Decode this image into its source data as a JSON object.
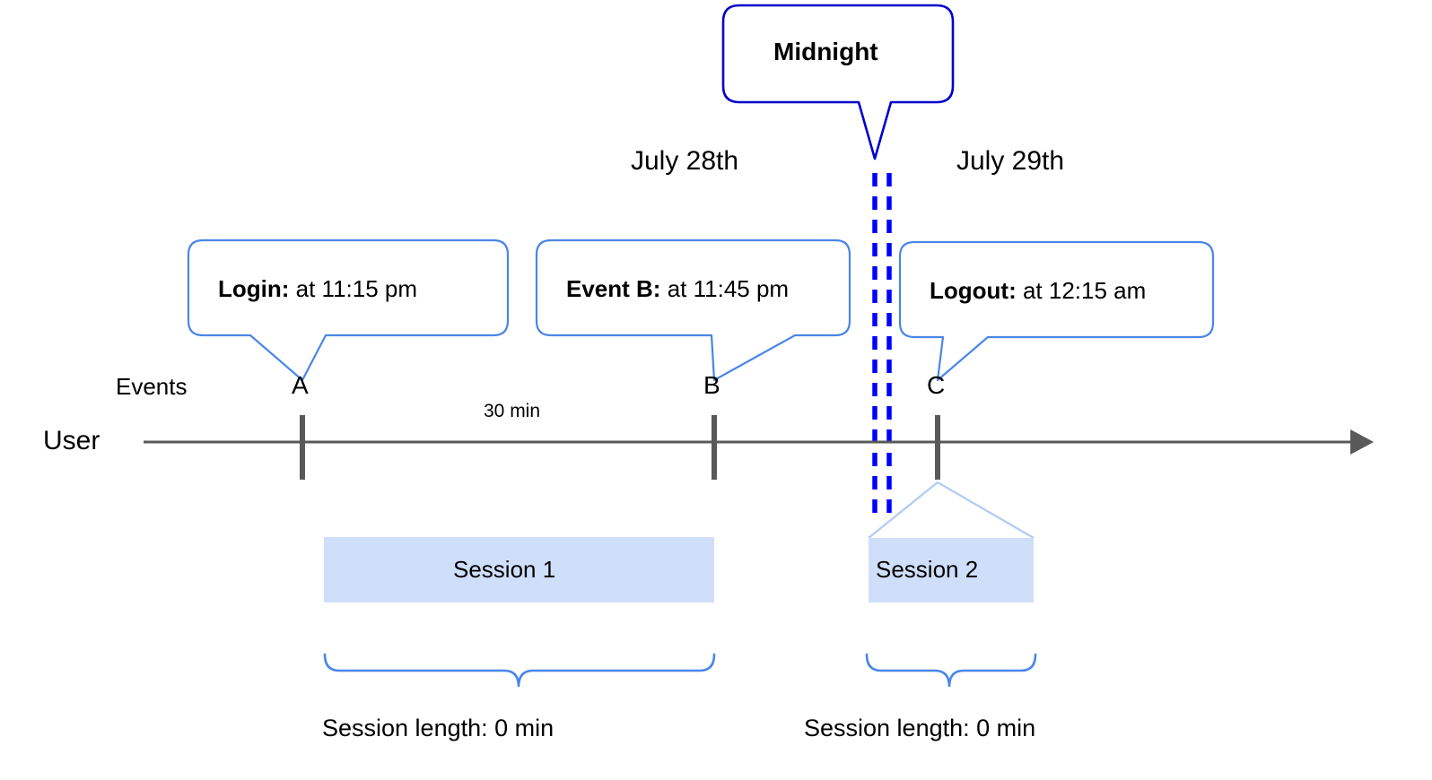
{
  "diagram": {
    "title_callout": {
      "label": "Midnight"
    },
    "dates": [
      {
        "label": "July 28th"
      },
      {
        "label": "July 29th"
      }
    ],
    "row_labels": {
      "events": "Events",
      "user": "User"
    },
    "event_callouts": [
      {
        "name": "login",
        "bold": "Login:",
        "rest": " at 11:15 pm"
      },
      {
        "name": "eventb",
        "bold": "Event B:",
        "rest": " at 11:45 pm"
      },
      {
        "name": "logout",
        "bold": "Logout:",
        "rest": " at 12:15 am"
      }
    ],
    "ticks": [
      {
        "label": "A"
      },
      {
        "label": "B"
      },
      {
        "label": "C"
      }
    ],
    "interval_label": "30 min",
    "sessions": [
      {
        "label": "Session 1",
        "length_label": "Session length: 0 min"
      },
      {
        "label": "Session 2",
        "length_label": "Session length: 0 min"
      }
    ],
    "colors": {
      "callout_border": "#4a86e8",
      "midnight_border": "#0000cd",
      "dashed_line": "#0000ff",
      "axis": "#595959",
      "session_fill": "#cfdffa",
      "brace": "#4a86e8",
      "funnel": "#b4cdf2",
      "text": "#000000"
    }
  }
}
